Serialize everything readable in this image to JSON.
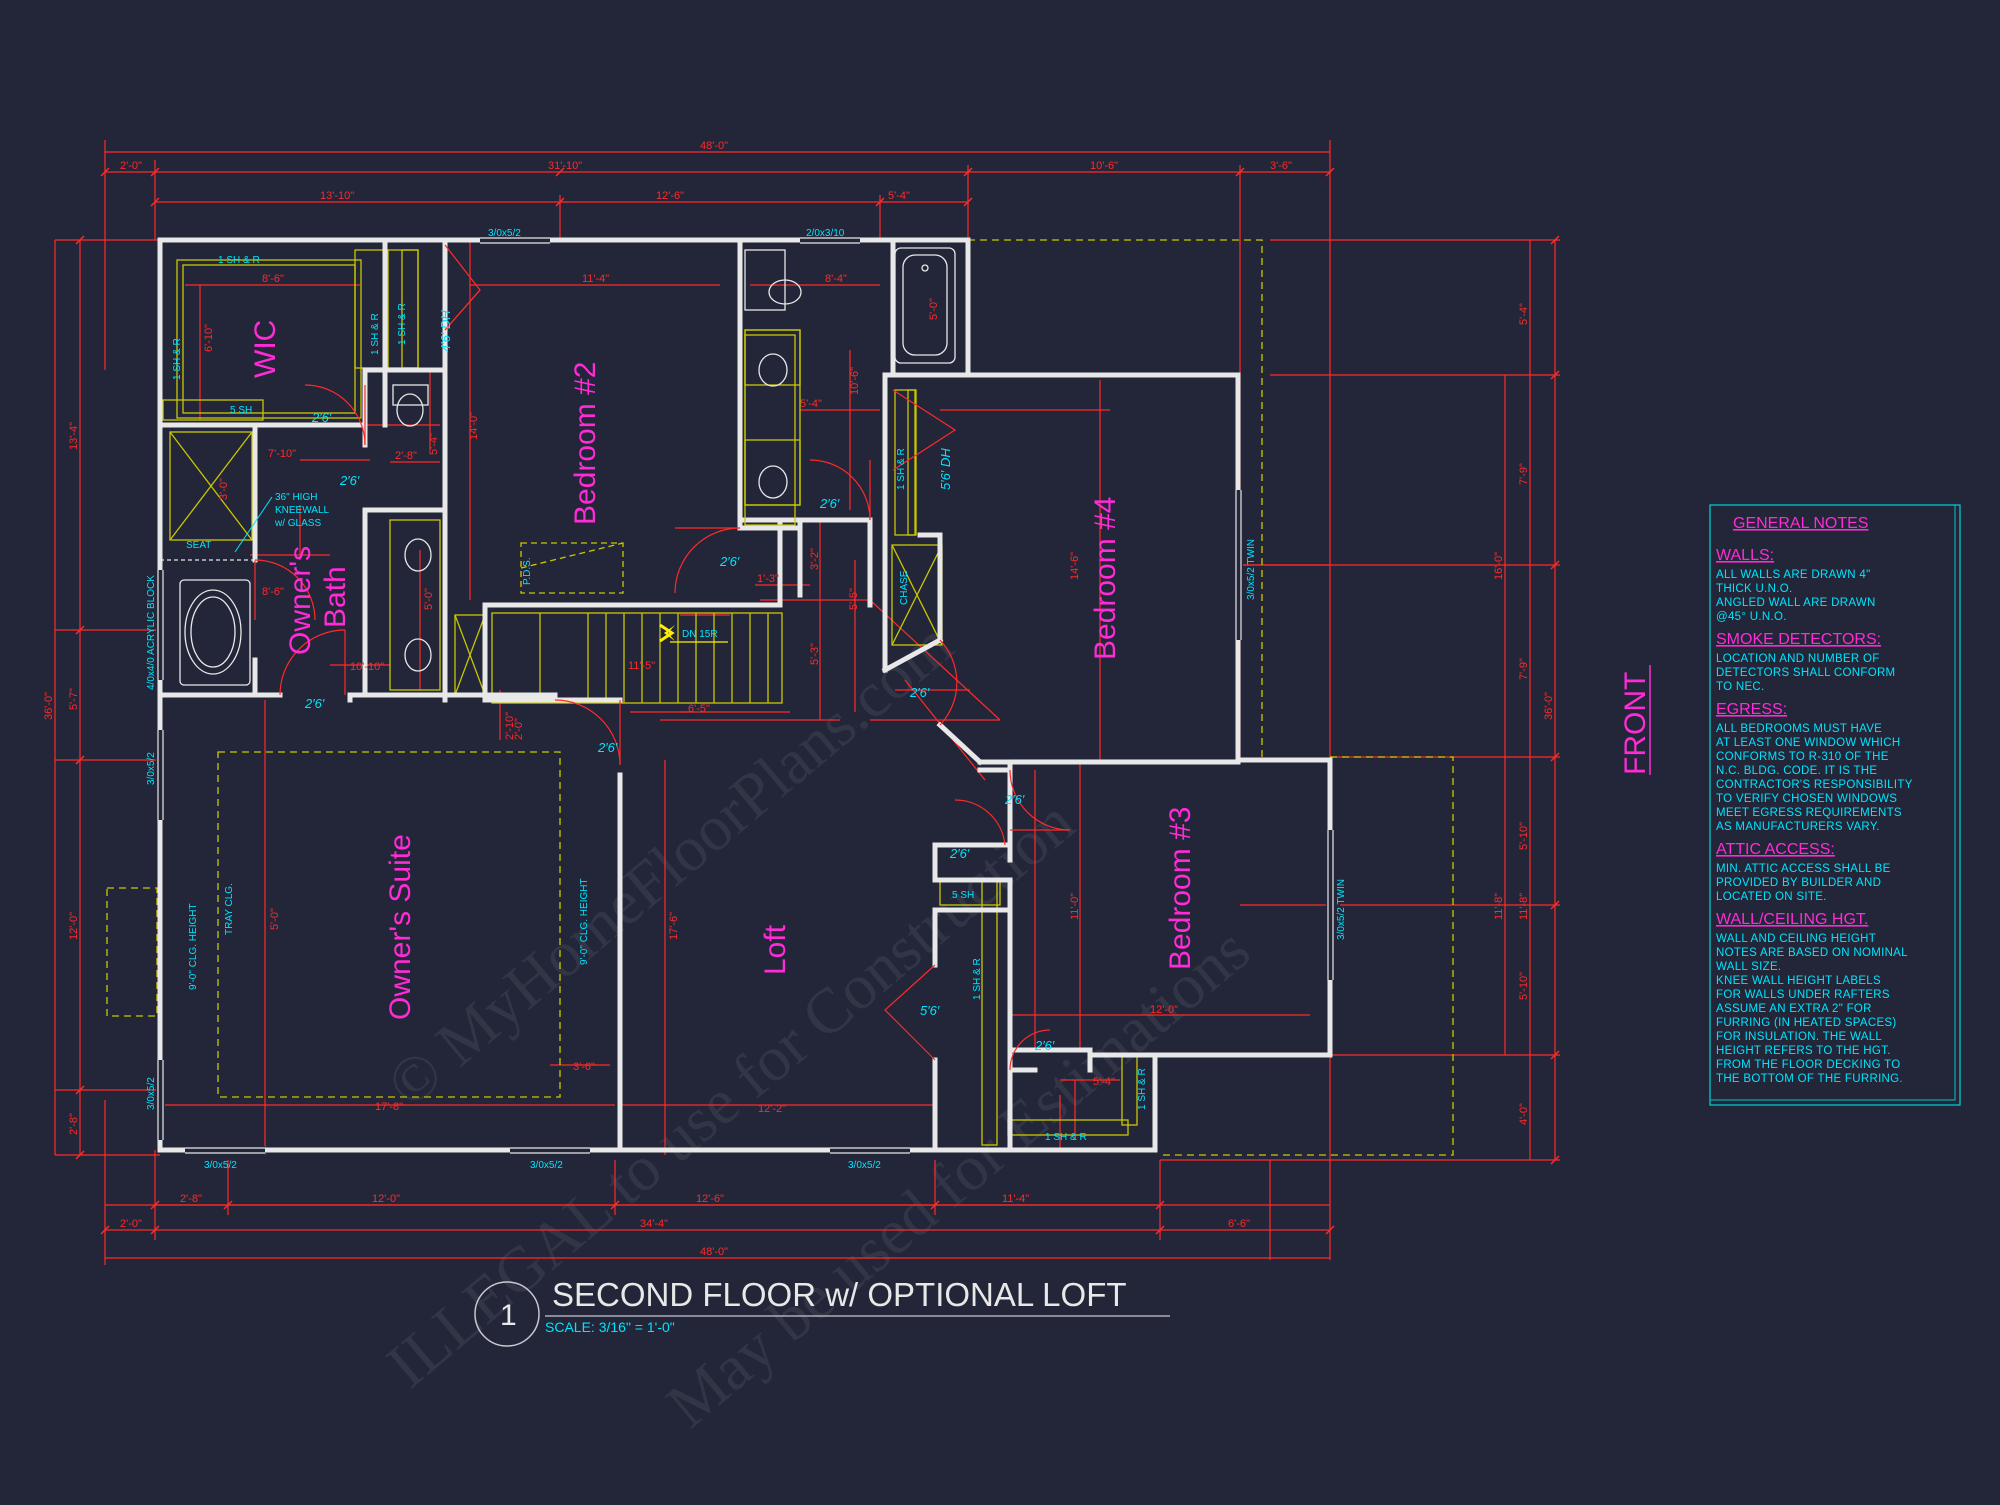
{
  "overall_dims": {
    "top_total": "48'-0\"",
    "top_segments": [
      "2'-0\"",
      "31'-10\"",
      "10'-6\"",
      "3'-6\""
    ],
    "top_inner": [
      "13'-10\"",
      "12'-6\"",
      "5'-4\""
    ],
    "bottom_total": "48'-0\"",
    "bottom_segments": [
      "2'-0\"",
      "34'-4\"",
      "6'-6\""
    ],
    "bottom_inner": [
      "2'-8\"",
      "12'-0\"",
      "12'-6\"",
      "11'-4\""
    ],
    "left_total": "36'-0\"",
    "left_segments": [
      "13'-4\"",
      "5'-7\"",
      "12'-0\"",
      "2'-8\""
    ],
    "right_total": "36'-0\"",
    "right_segments": [
      "5'-4\"",
      "7'-9\"",
      "7'-9\"",
      "5'-10\"",
      "5'-10\"",
      "4'-0\""
    ],
    "right_inner": [
      "16'-0\"",
      "11'-8\""
    ]
  },
  "rooms": {
    "wic": "WIC",
    "bedroom2": "Bedroom #2",
    "bedroom3": "Bedroom #3",
    "bedroom4": "Bedroom #4",
    "owners_bath_1": "Owner's",
    "owners_bath_2": "Bath",
    "owners_suite": "Owner's Suite",
    "loft": "Loft"
  },
  "windows": {
    "w_top1": "3/0x5/2",
    "w_top2": "2/0x3/10",
    "w_left1": "3/0x5/2",
    "w_left2": "3/0x5/2",
    "w_bot1": "3/0x5/2",
    "w_bot2": "3/0x5/2",
    "w_bot3": "3/0x5/2",
    "w_b4": "3/0x5/2 TWIN",
    "w_b3": "3/0x5/2 TWIN",
    "w_acrylic": "4/0x4/0 ACRYLIC BLOCK"
  },
  "doors": {
    "d1": "2′6′",
    "d2": "2′6′",
    "d3": "2′6′",
    "d4": "2′6′",
    "d5": "2′6′",
    "d6": "2′6′",
    "d7": "2′6′",
    "d8": "2′6′",
    "d9": "2′6′",
    "d10": "2′6′",
    "d11": "2′6′",
    "dh1": "4′6′ DH",
    "dh2": "5′6′ DH",
    "d12": "5′6′"
  },
  "labels": {
    "shelf1": "1 SH & R",
    "shelf2": "5 SH",
    "shelf3": "1 SH & R",
    "shelf4": "1 SH & R",
    "shelf5": "1 SH & R",
    "shelf6": "1 SH & R",
    "shelf7": "5 SH",
    "shelf8": "1 SH & R",
    "shelf9": "1 SH & R",
    "shelf10": "1 SH & R",
    "kneewall": [
      "36\" HIGH",
      "KNEEWALL",
      "w/ GLASS"
    ],
    "seat": "SEAT",
    "chase": "CHASE",
    "pds": "P.D.S.",
    "stair": "DN 15R",
    "clg1": "9'-0\" CLG. HEIGHT",
    "clg2": "TRAY CLG.",
    "clg3": "9'-0\" CLG. HEIGHT",
    "front": "FRONT"
  },
  "interior_dims": [
    "8'-6\"",
    "6'-10\"",
    "7'-10\"",
    "3'-0\"",
    "2'-8\"",
    "5'-4\"",
    "14'-0\"",
    "11'-4\"",
    "8'-4\"",
    "5'-0\"",
    "10'-6\"",
    "5'-4\"",
    "1'-3\"",
    "5'-3\"",
    "5'-5\"",
    "6'-5\"",
    "3'-2\"",
    "11'-5\"",
    "2'-10\"",
    "8'-6\"",
    "10'-10\"",
    "5'-0\"",
    "14'-6\"",
    "11'-0\"",
    "12'-0\"",
    "17'-8\"",
    "17'-6\"",
    "11'-8\"",
    "12'-2\"",
    "3'-6\"",
    "5'-4\"",
    "5'-0\"",
    "2'-0\""
  ],
  "title": {
    "number": "1",
    "text": "SECOND FLOOR w/ OPTIONAL LOFT",
    "scale": "SCALE: 3/16\" = 1'-0\""
  },
  "notes": {
    "heading": "GENERAL NOTES",
    "sections": [
      {
        "title": "WALLS:",
        "lines": [
          "ALL WALLS ARE DRAWN 4\"",
          "THICK U.N.O.",
          "ANGLED WALL ARE DRAWN",
          "@45° U.N.O."
        ]
      },
      {
        "title": "SMOKE DETECTORS:",
        "lines": [
          "LOCATION AND NUMBER OF",
          "DETECTORS SHALL CONFORM",
          "TO NEC."
        ]
      },
      {
        "title": "EGRESS:",
        "lines": [
          "ALL BEDROOMS MUST HAVE",
          "AT LEAST ONE WINDOW WHICH",
          "CONFORMS TO R-310 OF THE",
          "N.C. BLDG. CODE. IT IS THE",
          "CONTRACTOR'S RESPONSIBILITY",
          "TO VERIFY CHOSEN WINDOWS",
          "MEET EGRESS REQUIREMENTS",
          "AS MANUFACTURERS VARY."
        ]
      },
      {
        "title": "ATTIC ACCESS:",
        "lines": [
          "MIN. ATTIC ACCESS SHALL BE",
          "PROVIDED BY BUILDER AND",
          "LOCATED ON SITE."
        ]
      },
      {
        "title": "WALL/CEILING HGT.",
        "lines": [
          "WALL AND CEILING HEIGHT",
          "NOTES ARE BASED ON NOMINAL",
          "WALL SIZE.",
          "KNEE WALL HEIGHT LABELS",
          "FOR WALLS UNDER RAFTERS",
          "ASSUME AN EXTRA 2\" FOR",
          "FURRING (IN HEATED SPACES)",
          "FOR INSULATION. THE WALL",
          "HEIGHT REFERS TO THE HGT.",
          "FROM THE FLOOR DECKING TO",
          "THE BOTTOM OF THE FURRING."
        ]
      }
    ]
  },
  "watermark": {
    "line1": "© MyHomeFloorPlans.com",
    "line2": "ILLEGAL to use for Construction",
    "line3": "May be used for Estimations"
  },
  "colors": {
    "background": "#222638",
    "dimension": "#ff2a2a",
    "label": "#00e5ff",
    "room": "#ff2bd6",
    "wall": "#e8e8e8",
    "hidden": "#c8c800"
  }
}
